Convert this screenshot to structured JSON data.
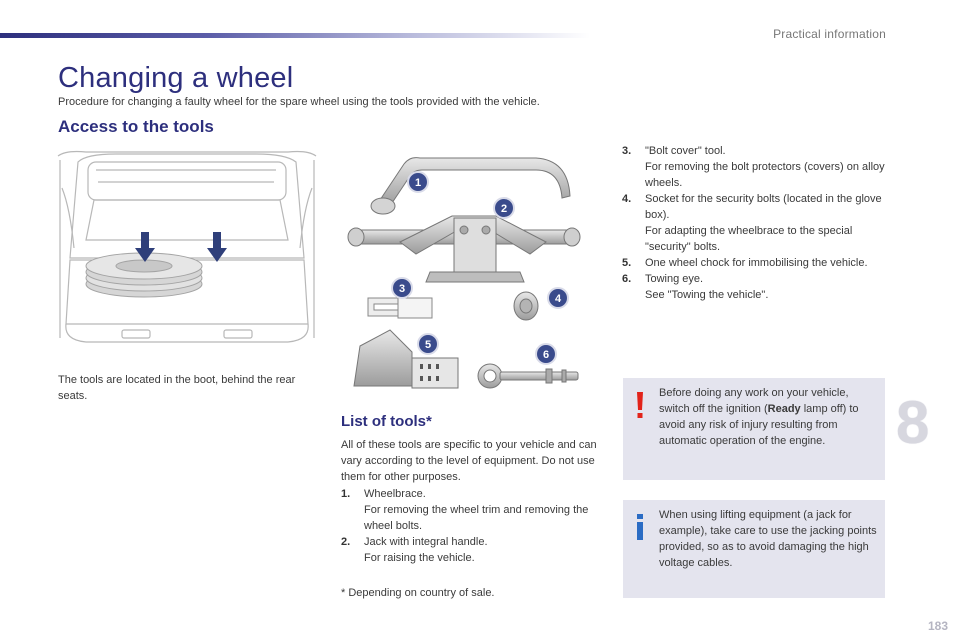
{
  "header": {
    "section": "Practical information"
  },
  "title": "Changing a wheel",
  "intro": "Procedure for changing a faulty wheel for the spare wheel using the tools provided with the vehicle.",
  "access": {
    "title": "Access to the tools",
    "caption": "The tools are located in the boot, behind the rear seats."
  },
  "tools_illustration": {
    "callouts": [
      "1",
      "2",
      "3",
      "4",
      "5",
      "6"
    ]
  },
  "list_of_tools": {
    "title": "List of tools*",
    "intro": "All of these tools are specific to your vehicle and can vary according to the level of equipment. Do not use them for other purposes.",
    "items": [
      {
        "num": "1.",
        "text": "Wheelbrace.",
        "sub": "For removing the wheel trim and removing the wheel bolts."
      },
      {
        "num": "2.",
        "text": "Jack with integral handle.",
        "sub": "For raising the vehicle."
      },
      {
        "num": "3.",
        "text": "\"Bolt cover\" tool.",
        "sub": "For removing the bolt protectors (covers) on alloy wheels."
      },
      {
        "num": "4.",
        "text": "Socket for the security bolts (located in the glove box).",
        "sub": "For adapting the wheelbrace to the special \"security\" bolts."
      },
      {
        "num": "5.",
        "text": "One wheel chock for immobilising the vehicle.",
        "sub": ""
      },
      {
        "num": "6.",
        "text": "Towing eye.",
        "sub": "See \"Towing the vehicle\"."
      }
    ],
    "footnote": "* Depending on country of sale."
  },
  "warning": {
    "icon": "exclamation-icon",
    "color": "#e2231a",
    "text_before": "Before doing any work on your vehicle, switch off the ignition (",
    "bold": "Ready",
    "text_after": " lamp off) to avoid any risk of injury resulting from automatic operation of the engine."
  },
  "info": {
    "icon": "info-icon",
    "color": "#2b6cc4",
    "text": "When using lifting equipment (a jack for example), take care to use the jacking points provided, so as to avoid damaging the high voltage cables."
  },
  "chapter": "8",
  "page_number": "183",
  "colors": {
    "accent": "#2d2f7d",
    "callout": "#3a4b8c",
    "box_bg": "#e4e4ee"
  }
}
